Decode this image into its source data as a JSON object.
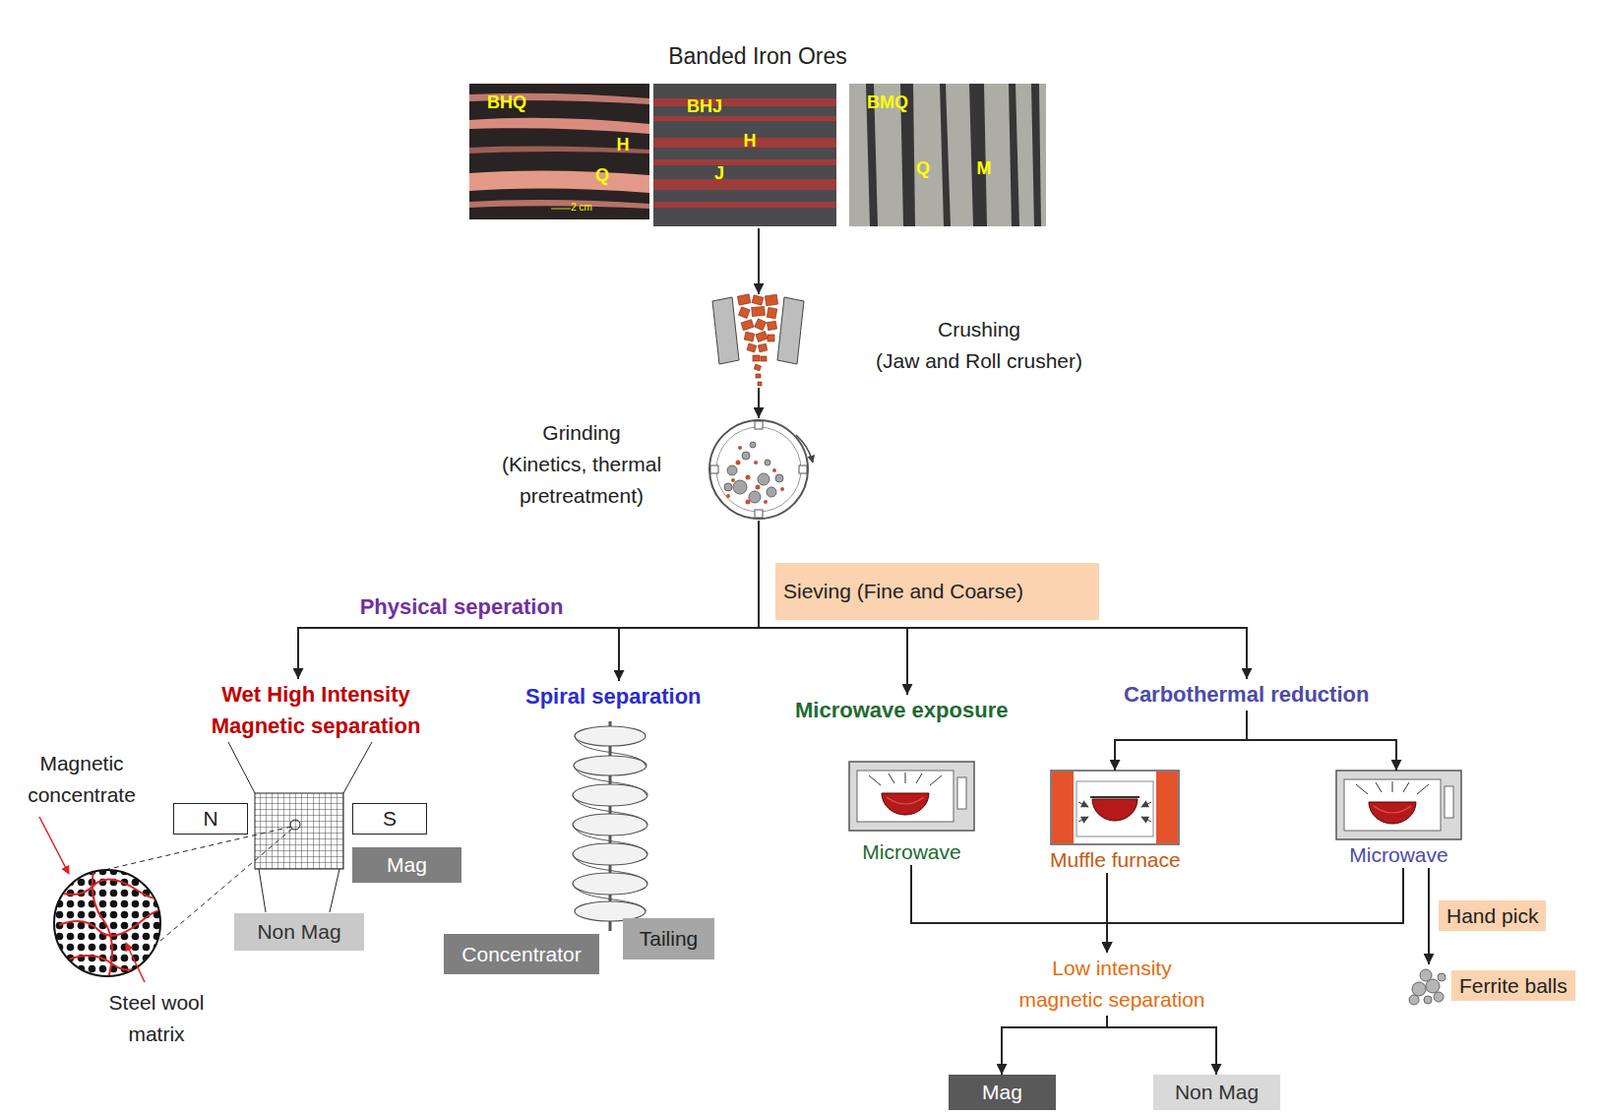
{
  "diagram": {
    "nodes": [
      {
        "text": [
          "Banded Iron Ores"
        ]
      },
      {
        "text": [
          "Crushing",
          "(Jaw and Roll crusher)"
        ]
      },
      {
        "text": [
          "Grinding",
          "(Kinetics, thermal pretreatment)"
        ]
      },
      {
        "text": [
          "Sieving (Fine and Coarse)"
        ]
      },
      {
        "text": [
          "Wet High Intensity Magnetic separation"
        ]
      },
      {
        "text": [
          "N"
        ]
      },
      {
        "text": [
          "S"
        ]
      },
      {
        "text": [
          "Mag"
        ]
      },
      {
        "text": [
          "Non Mag"
        ]
      },
      {
        "text": [
          "Spiral separation"
        ]
      },
      {
        "text": [
          "Concentrator"
        ]
      },
      {
        "text": [
          "Tailing"
        ]
      },
      {
        "text": [
          "Microwave exposure"
        ]
      },
      {
        "text": [
          "Microwave"
        ]
      },
      {
        "text": [
          "Carbothermal reduction"
        ]
      },
      {
        "text": [
          "Muffle furnace"
        ]
      },
      {
        "text": [
          "Microwave"
        ]
      },
      {
        "text": [
          "Hand pick"
        ]
      },
      {
        "text": [
          "Ferrite balls"
        ]
      },
      {
        "text": [
          "Low intensity magnetic separation"
        ]
      },
      {
        "text": [
          "Mag"
        ]
      },
      {
        "text": [
          "Non Mag"
        ]
      }
    ],
    "edges": [
      {
        "from": 0,
        "to": 1,
        "arrow": "to"
      },
      {
        "from": 1,
        "to": 2,
        "arrow": "to"
      },
      {
        "from": 2,
        "to": 4,
        "arrow": "to"
      },
      {
        "from": 2,
        "to": 9,
        "arrow": "to"
      },
      {
        "from": 2,
        "to": 12,
        "arrow": "to"
      },
      {
        "from": 2,
        "to": 14,
        "arrow": "to"
      },
      {
        "from": 14,
        "to": 15,
        "arrow": "to"
      },
      {
        "from": 14,
        "to": 16,
        "arrow": "to"
      },
      {
        "from": 13,
        "to": 19,
        "arrow": "to"
      },
      {
        "from": 15,
        "to": 19,
        "arrow": "to"
      },
      {
        "from": 16,
        "to": 19,
        "arrow": "to"
      },
      {
        "from": 16,
        "to": 18,
        "arrow": "to"
      },
      {
        "from": 19,
        "to": 20,
        "arrow": "to"
      },
      {
        "from": 19,
        "to": 21,
        "arrow": "to"
      }
    ],
    "labels": [
      "BHQ",
      "H",
      "Q",
      "2 cm",
      "BHJ",
      "H",
      "J",
      "BMQ",
      "Q",
      "M",
      "Physical seperation",
      "Magnetic concentrate",
      "Steel wool matrix"
    ]
  }
}
